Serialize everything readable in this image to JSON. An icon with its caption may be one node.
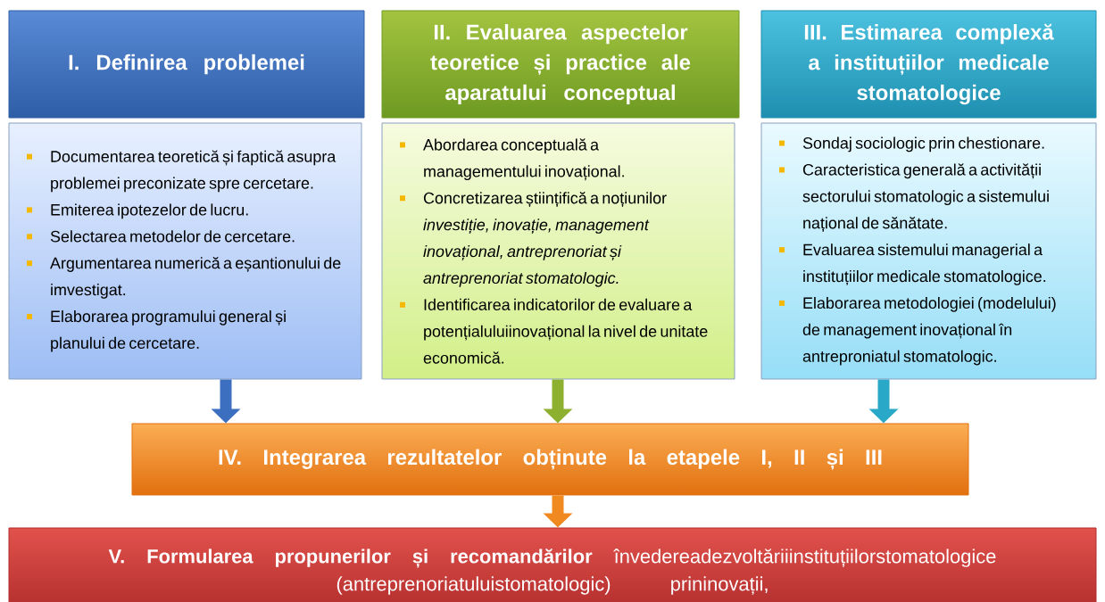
{
  "diagram": {
    "nodes": [
      {
        "text": [
          "I. Definirea problemei"
        ]
      },
      {
        "text": [
          "Documentarea teoretică și faptică asupra problemei preconizate spre cercetare.",
          "Emiterea ipotezelor de lucru.",
          "Selectarea metodelor de cercetare.",
          "Argumentarea numerică a eșantionului de imvestigat.",
          "Elaborarea programului general și planului de cercetare."
        ]
      },
      {
        "text": [
          "II. Evaluarea aspectelor teoretice și practice ale aparatului conceptual"
        ]
      },
      {
        "text": [
          "Abordarea conceptuală a managementului inovațional.",
          "Concretizarea științifică a noțiunilor *investiție, inovație, management inovațional, antreprenoriat și antreprenoriat stomatologic.*",
          "Identificarea indicatorilor de evaluare a potențialuluiinovațional la nivel de unitate economică."
        ]
      },
      {
        "text": [
          "III. Estimarea complexă a instituțiilor medicale stomatologice"
        ]
      },
      {
        "text": [
          "Sondaj sociologic prin chestionare.",
          "Caracteristica generală a activității sectorului stomatologic a sistemului național de sănătate.",
          "Evaluarea sistemului managerial a instituțiilor medicale stomatologice.",
          "Elaborarea metodologiei (modelului) de management inovațional  în antreproniatul stomatologic."
        ]
      },
      {
        "text": [
          "IV. Integrarea rezultatelor obținute la etapele I, II și III"
        ]
      },
      {
        "text": [
          "**V. Formularea propunerilor și recomandărilor** învedereadezvoltăriiinstituțiilorstomatologice (antreprenoriatuluistomatologic) prininovații,"
        ]
      }
    ],
    "edges": [
      {
        "from": 1,
        "to": 6,
        "arrow": "to",
        "color": "#3c6fc0"
      },
      {
        "from": 3,
        "to": 6,
        "arrow": "to",
        "color": "#8db030"
      },
      {
        "from": 5,
        "to": 6,
        "arrow": "to",
        "color": "#2aa8c8"
      },
      {
        "from": 6,
        "to": 7,
        "arrow": "to",
        "color": "#f08a20"
      }
    ]
  }
}
